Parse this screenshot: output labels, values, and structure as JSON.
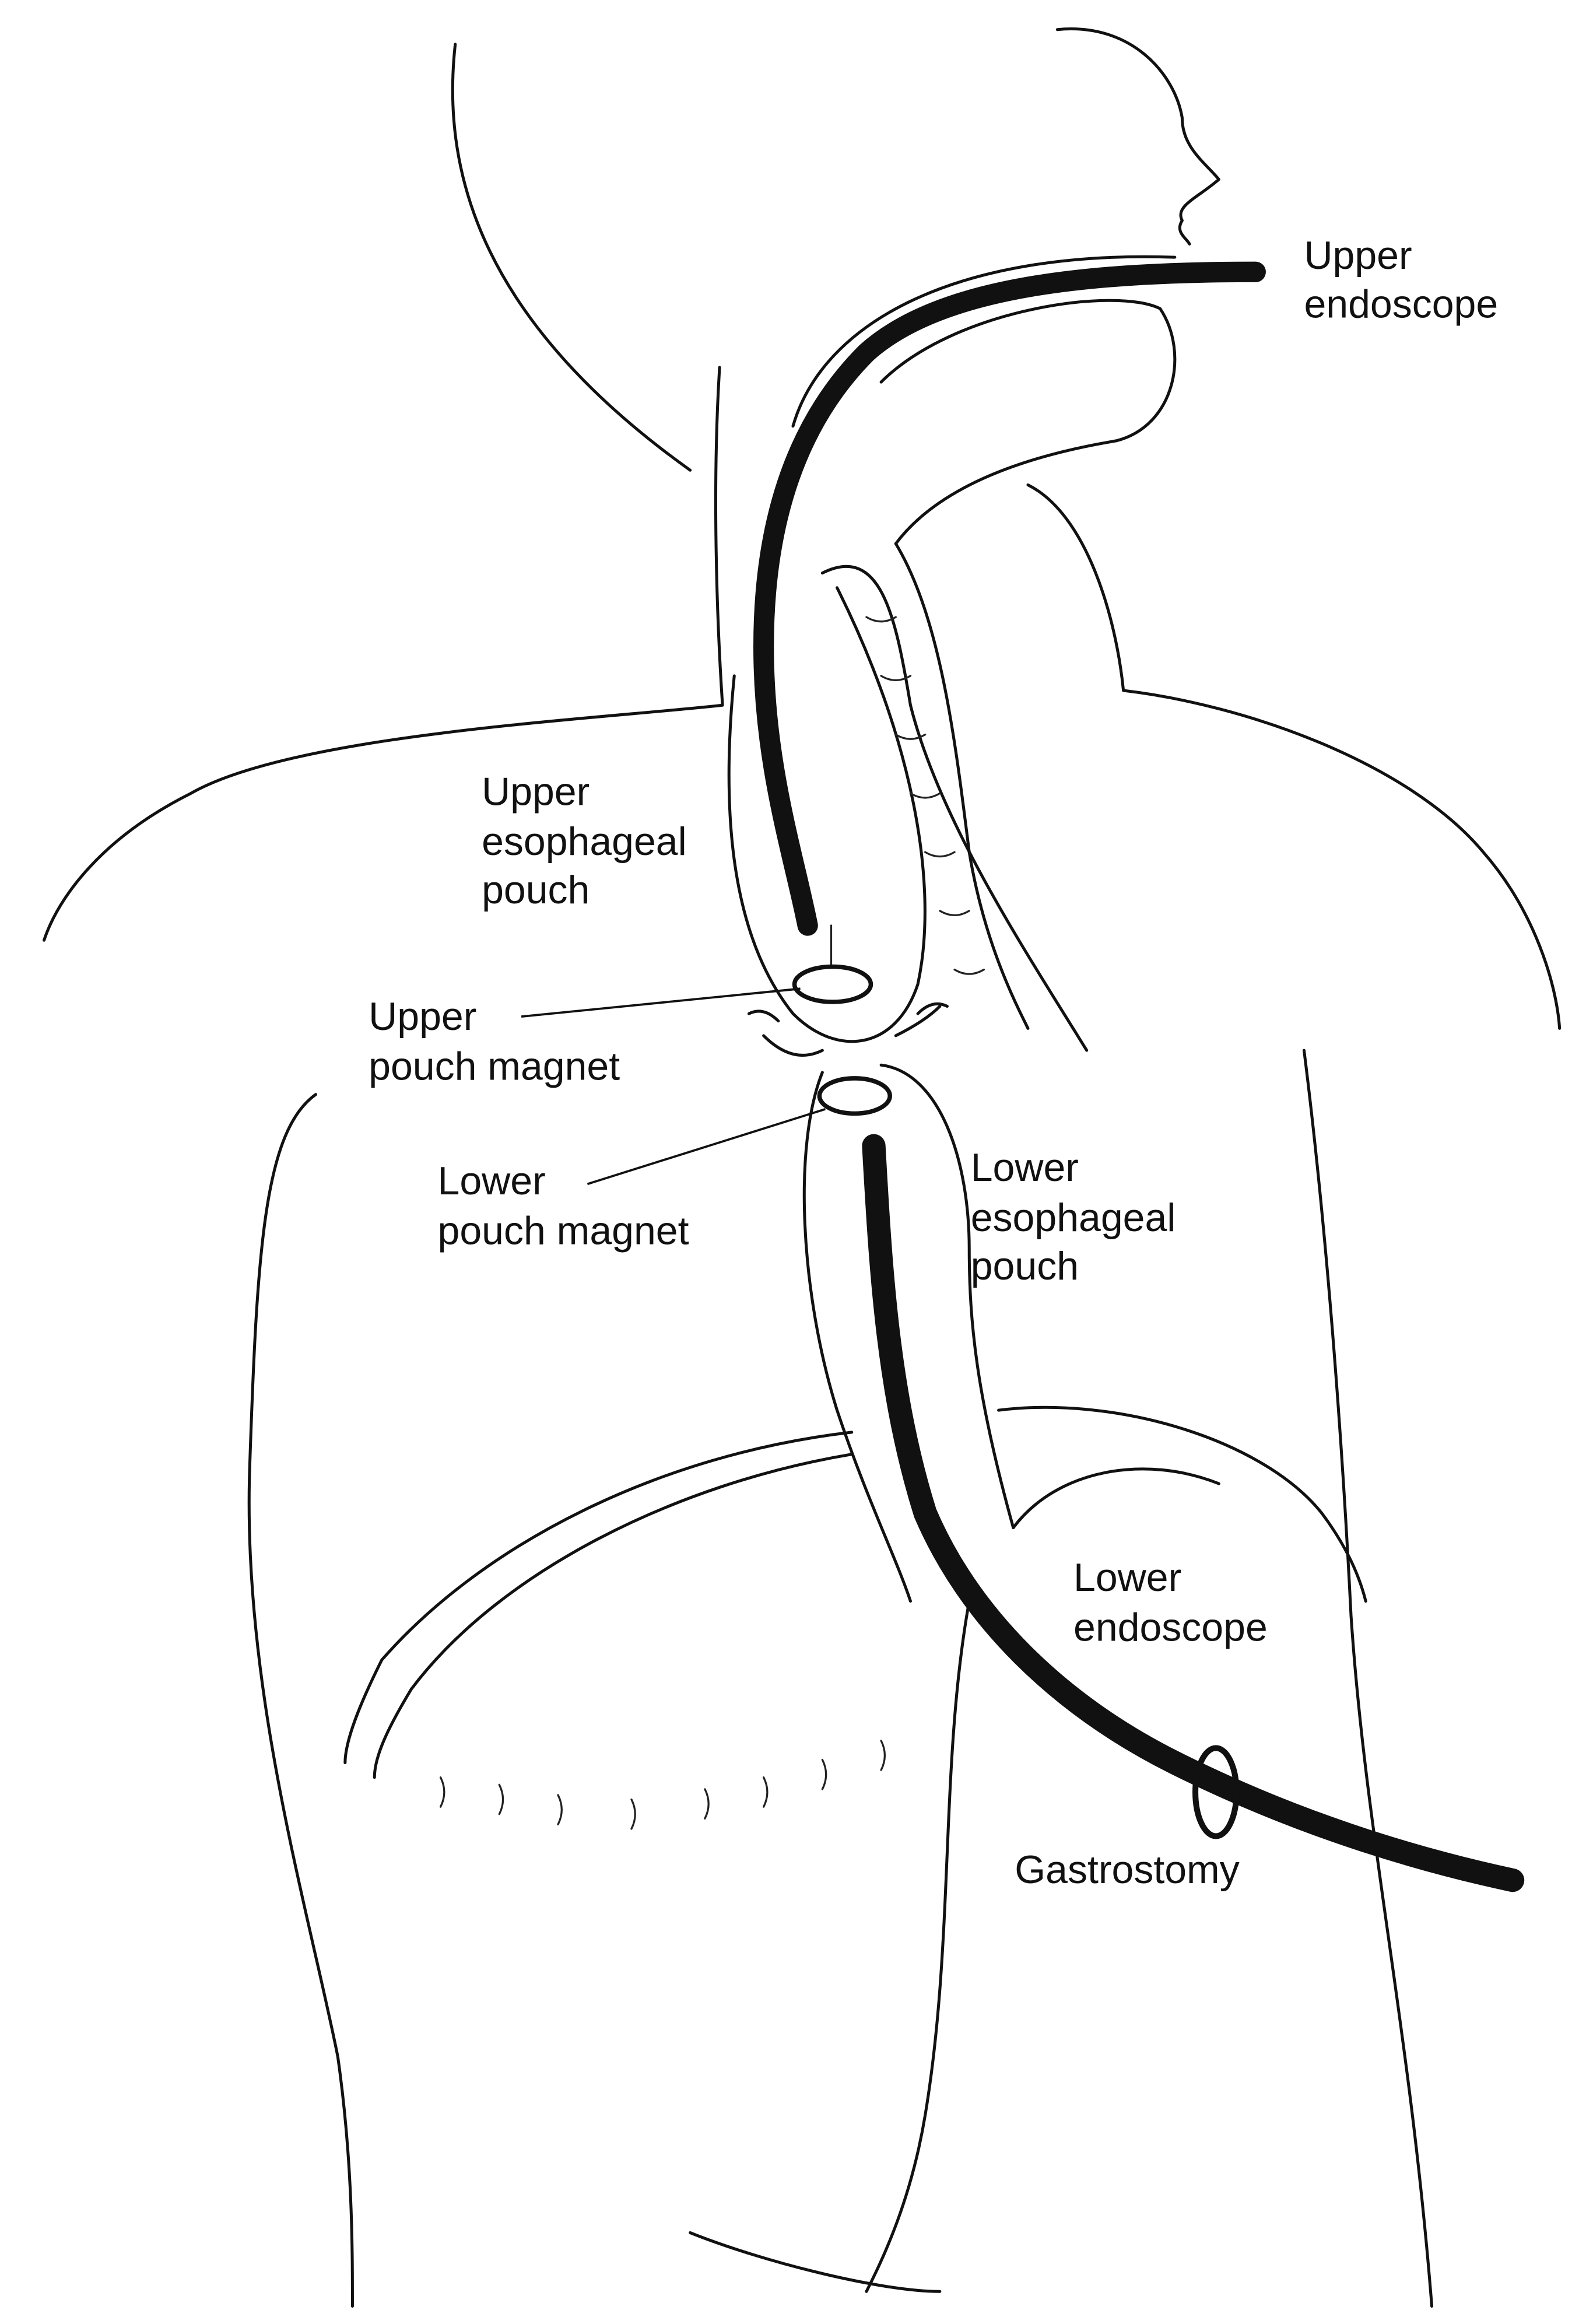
{
  "labels": {
    "upper_endoscope": [
      "Upper",
      "endoscope"
    ],
    "upper_esophageal_pouch": [
      "Upper",
      "esophageal",
      "pouch"
    ],
    "upper_pouch_magnet": [
      "Upper",
      "pouch magnet"
    ],
    "lower_pouch_magnet": [
      "Lower",
      "pouch magnet"
    ],
    "lower_esophageal_pouch": [
      "Lower",
      "esophageal",
      "pouch"
    ],
    "lower_endoscope": [
      "Lower",
      "endoscope"
    ],
    "gastrostomy": "Gastrostomy"
  }
}
